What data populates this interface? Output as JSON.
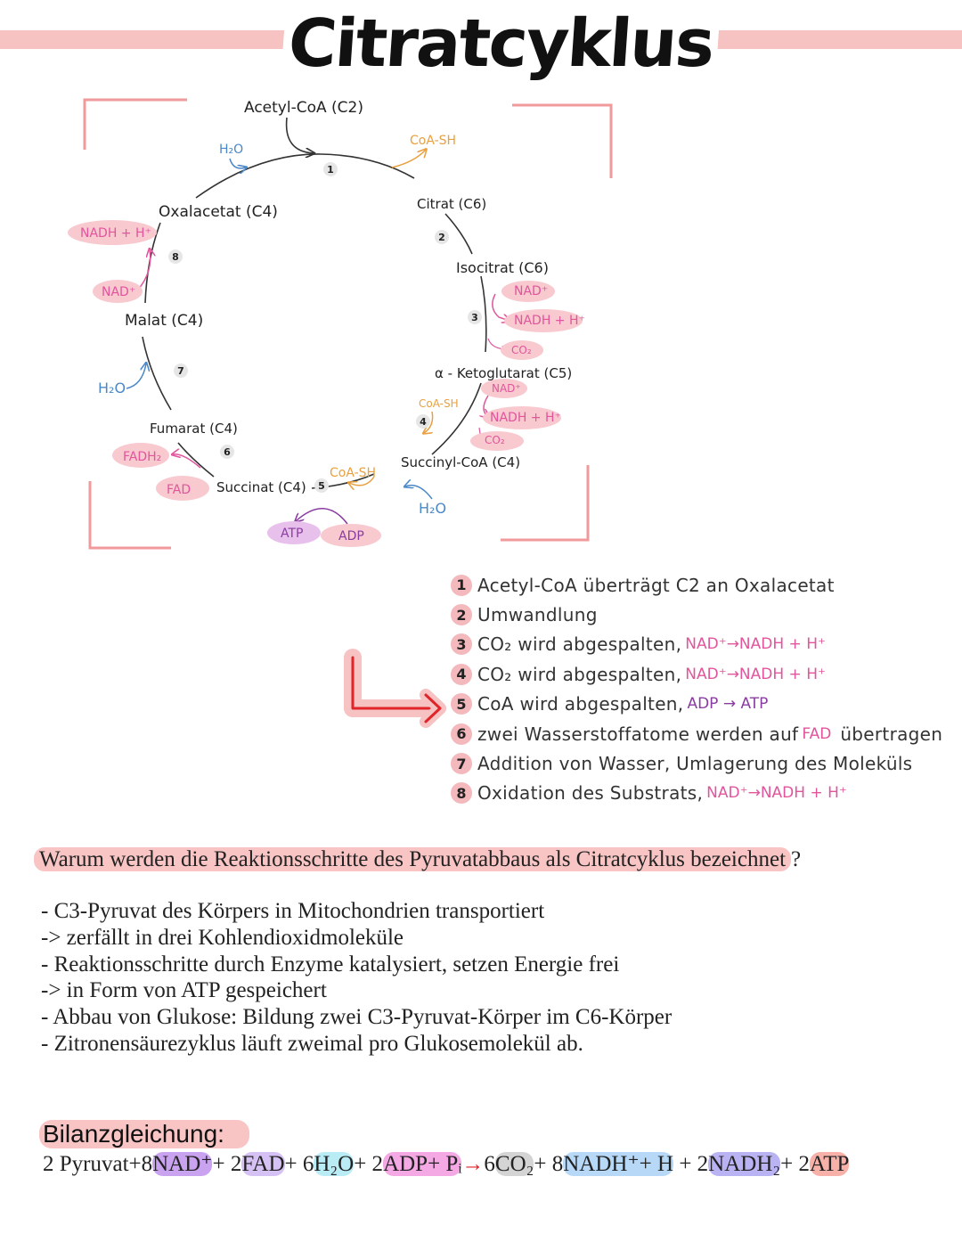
{
  "title": "Citratcyklus",
  "cycle": {
    "compounds": {
      "acetyl": "Acetyl-CoA (C2)",
      "citrat": "Citrat (C6)",
      "isocitrat": "Isocitrat (C6)",
      "ketoglutarat": "α - Ketoglutarat (C5)",
      "succinylcoa": "Succinyl-CoA (C4)",
      "succinat": "Succinat (C4)",
      "fumarat": "Fumarat (C4)",
      "malat": "Malat (C4)",
      "oxalacetat": "Oxalacetat (C4)"
    },
    "step_numbers": [
      "1",
      "2",
      "3",
      "4",
      "5",
      "6",
      "7",
      "8"
    ],
    "side_labels": {
      "h2o_1": "H₂O",
      "coash_1": "CoA-SH",
      "nad_3": "NAD⁺",
      "nadh_3": "NADH + H⁺",
      "co2_3": "CO₂",
      "nad_4": "NAD⁺",
      "nadh_4": "NADH + H⁺",
      "co2_4": "CO₂",
      "coash_4": "CoA-SH",
      "h2o_5": "H₂O",
      "coash_5": "CoA-SH",
      "atp": "ATP",
      "adp": "ADP",
      "fadh2": "FADH₂",
      "fad": "FAD",
      "h2o_7": "H₂O",
      "nad_8": "NAD⁺",
      "nadh_8": "NADH + H⁺"
    }
  },
  "steps": [
    {
      "num": "1",
      "text": "Acetyl-CoA überträgt C2 an Oxalacetat",
      "extra": ""
    },
    {
      "num": "2",
      "text": "Umwandlung",
      "extra": ""
    },
    {
      "num": "3",
      "text": "CO₂ wird abgespalten,",
      "extra": "NAD⁺→NADH + H⁺"
    },
    {
      "num": "4",
      "text": "CO₂ wird abgespalten,",
      "extra": "NAD⁺→NADH + H⁺"
    },
    {
      "num": "5",
      "text": "CoA wird abgespalten,",
      "extra": "ADP → ATP"
    },
    {
      "num": "6",
      "text": "zwei Wasserstoffatome werden auf",
      "extra": "FAD",
      "tail": "übertragen"
    },
    {
      "num": "7",
      "text": "Addition von Wasser, Umlagerung des Moleküls",
      "extra": ""
    },
    {
      "num": "8",
      "text": "Oxidation des Substrats,",
      "extra": "NAD⁺→NADH + H⁺"
    }
  ],
  "question": {
    "text": "Warum werden  die Reaktionsschritte des Pyruvatabbaus als Citratcyklus bezeichnet",
    "mark": "?"
  },
  "answers": [
    "- C3-Pyruvat des Körpers in Mitochondrien transportiert",
    "-> zerfällt in drei Kohlendioxidmoleküle",
    "- Reaktionsschritte durch Enzyme katalysiert, setzen Energie frei",
    "-> in Form von ATP gespeichert",
    "- Abbau von Glukose: Bildung zwei C3-Pyruvat-Körper  im C6-Körper",
    "- Zitronensäurezyklus läuft zweimal pro Glukosemolekül ab."
  ],
  "bilanz": {
    "title": "Bilanzgleichung:",
    "eq": {
      "p1": "2 Pyruvat+8",
      "nad": "NAD⁺",
      "p2": "+ 2",
      "fad": "FAD",
      "p3": "+ 6",
      "h2o": "H₂O",
      "p4": "+ 2",
      "adp": "ADP+ Pᵢ",
      "arrow": "→",
      "p5": "6",
      "co2": "CO₂",
      "p6": "+ 8",
      "nadh": "NADH⁺+ H",
      "p7": " + 2",
      "nadh2": "NADH₂",
      "p8": "+ 2",
      "atp": "ATP"
    }
  },
  "colors": {
    "accent_pink": "#f6c2c2",
    "bracket": "#f09a9c",
    "arrow_red": "#e0242a",
    "label_magenta": "#e0559c",
    "label_orange": "#e8a040",
    "label_blue": "#4a88c8"
  }
}
